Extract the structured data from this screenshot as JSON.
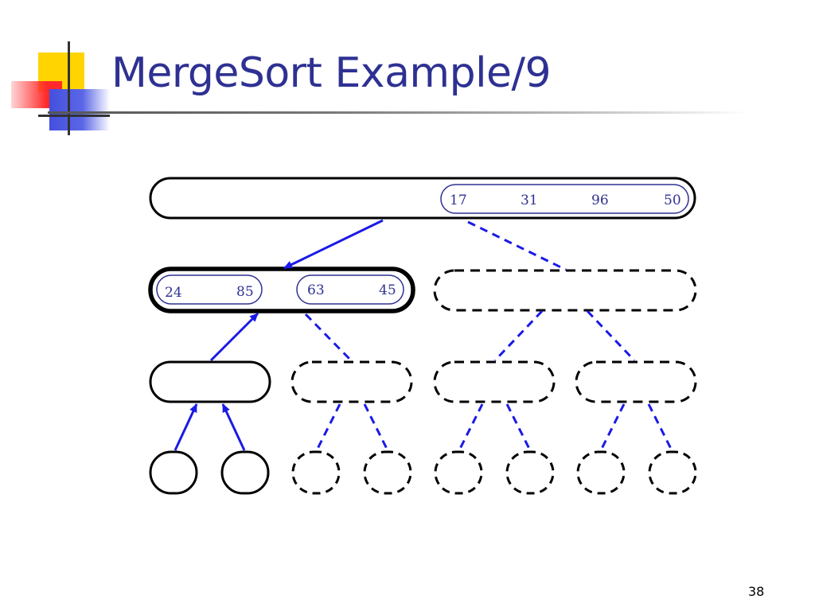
{
  "slide": {
    "title": "MergeSort Example/9",
    "page_number": "38"
  },
  "colors": {
    "title": "#2e3192",
    "arrow_blue": "#1a1ae6",
    "node_outline": "#000000",
    "sequence_outline": "#2e3192",
    "deco_yellow": "#ffd400",
    "deco_red": "#ff2a2a",
    "deco_blue": "#4450dd"
  },
  "tree": {
    "root_sequence": [
      "17",
      "31",
      "96",
      "50"
    ],
    "left_child_sequences": [
      [
        "24",
        "85"
      ],
      [
        "63",
        "45"
      ]
    ]
  }
}
